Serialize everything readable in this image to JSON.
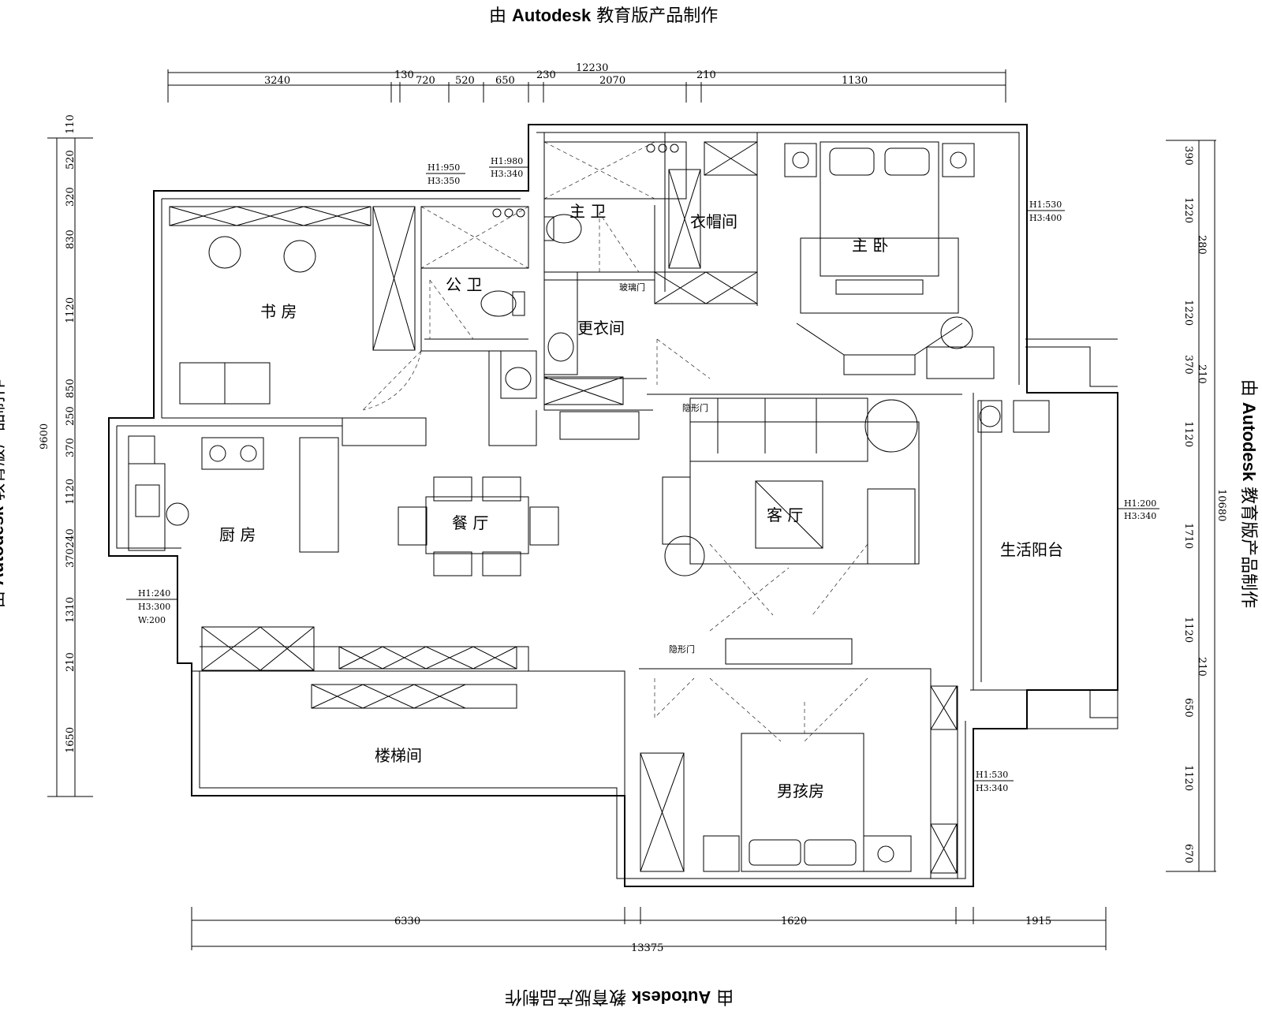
{
  "watermark": {
    "prefix": "由",
    "brand": "Autodesk",
    "suffix": "教育版产品制作"
  },
  "rooms": {
    "study": "书 房",
    "public_bath": "公 卫",
    "master_bath": "主 卫",
    "wardrobe": "衣帽间",
    "master_bedroom": "主 卧",
    "dressing": "更衣间",
    "kitchen": "厨 房",
    "dining": "餐 厅",
    "living": "客 厅",
    "balcony": "生活阳台",
    "stairwell": "楼梯间",
    "boys_room": "男孩房"
  },
  "notes": {
    "glass_door": "玻璃门",
    "hidden_door_1": "隐形门",
    "hidden_door_2": "隐形门",
    "win_study": [
      "H1:950",
      "H3:350"
    ],
    "win_bath": [
      "H1:980",
      "H3:340"
    ],
    "win_master": [
      "H1:530",
      "H3:400"
    ],
    "win_balcony": [
      "H1:200",
      "H3:340"
    ],
    "win_kitchen": [
      "H1:240",
      "H3:300",
      "W:200"
    ],
    "win_boys": [
      "H1:530",
      "H3:340"
    ]
  },
  "dims": {
    "top_total": "12230",
    "top": [
      "3240",
      "130",
      "720",
      "520",
      "650",
      "230",
      "2070",
      "210",
      "1130"
    ],
    "bottom": [
      "6330",
      "1620",
      "1915"
    ],
    "bottom_total": "13375",
    "left_total": "9600",
    "left": [
      "110",
      "520",
      "320",
      "830",
      "1120",
      "850",
      "250",
      "370",
      "1120",
      "240",
      "370",
      "1310",
      "210",
      "1650"
    ],
    "right_total": "10680",
    "right": [
      "390",
      "1220",
      "280",
      "1220",
      "370",
      "210",
      "1120",
      "1710",
      "1120",
      "210",
      "650",
      "1120",
      "670"
    ]
  }
}
